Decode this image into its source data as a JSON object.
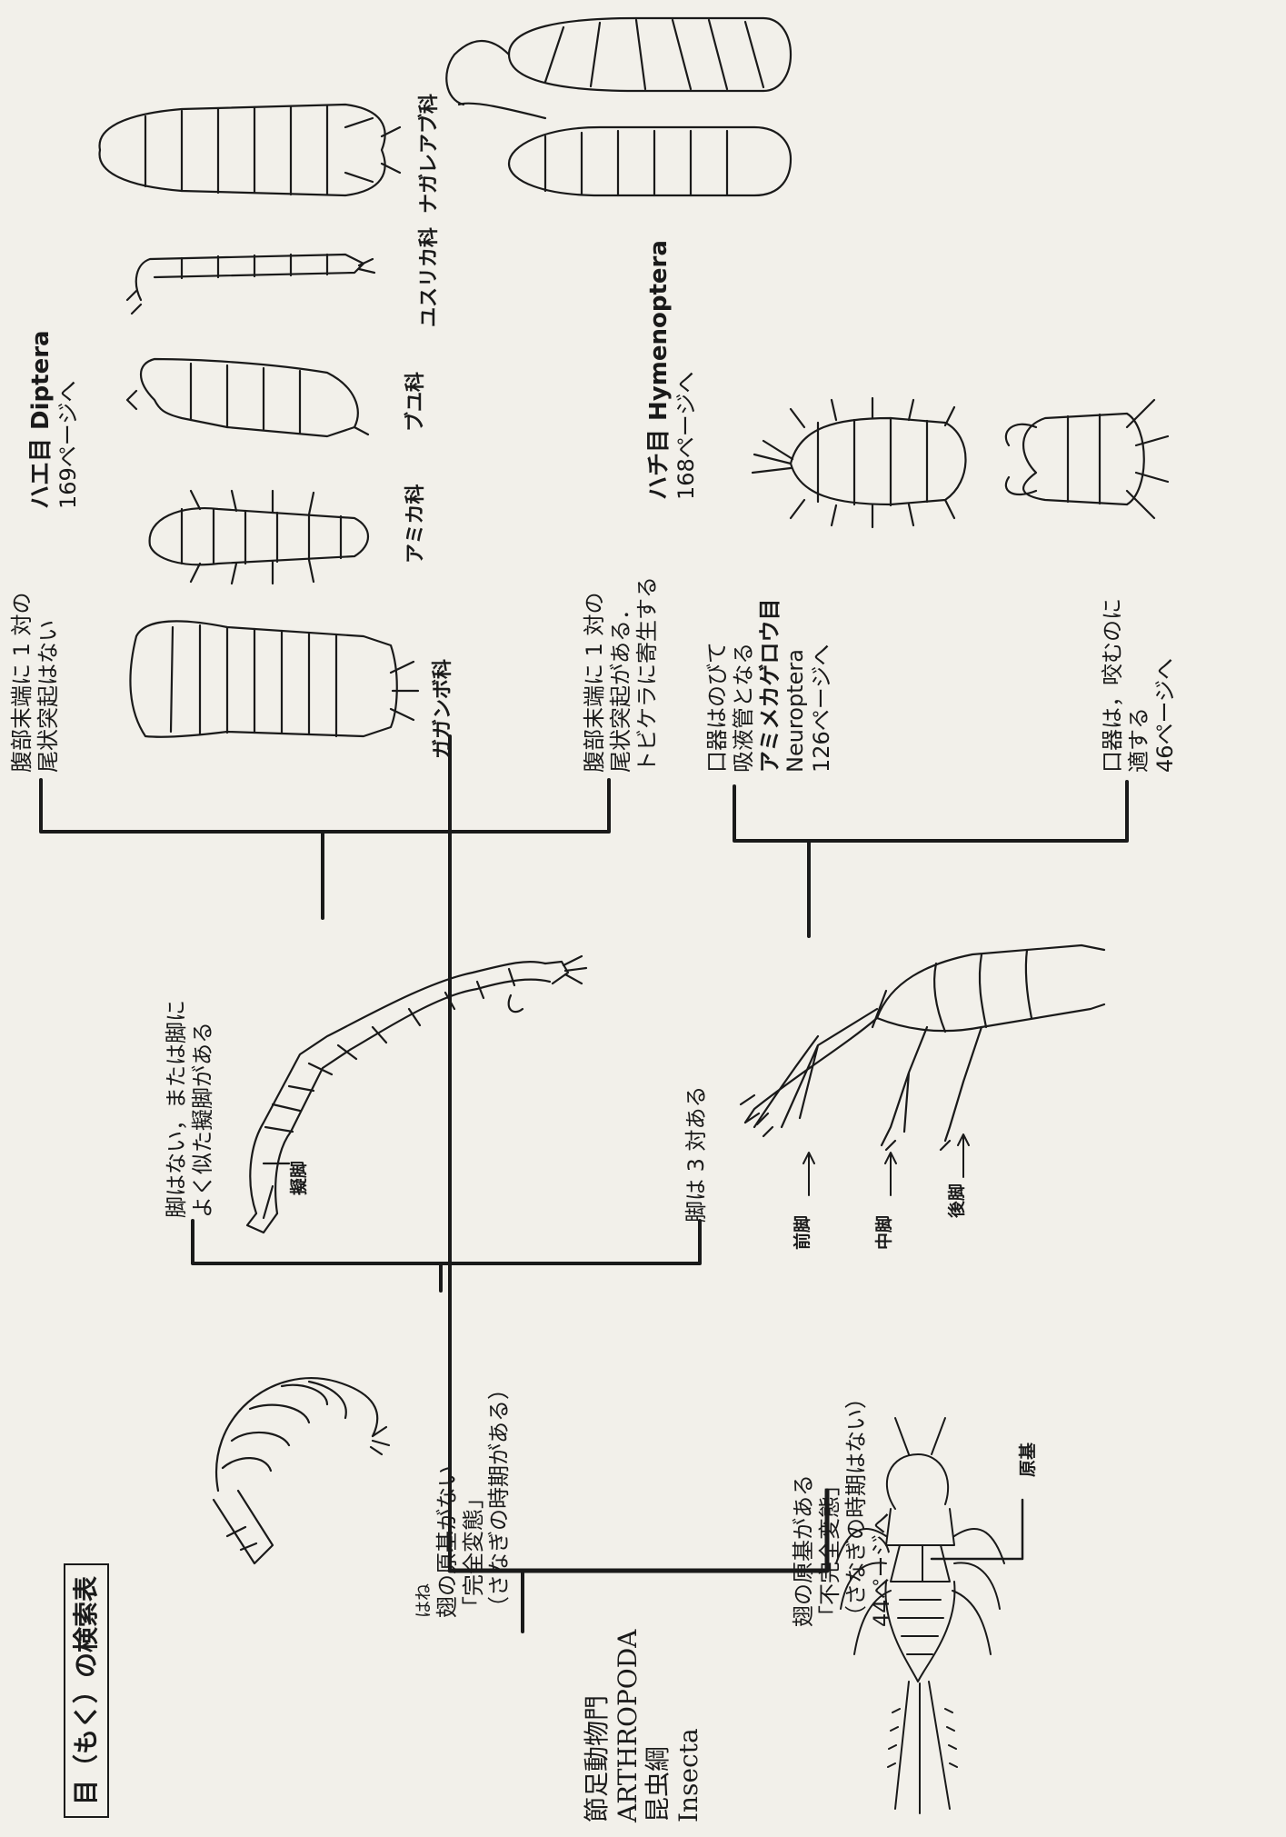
{
  "title": "目（もく）の検索表",
  "root": {
    "phylum": "節足動物門",
    "phylum_latin": "ARTHROPODA",
    "class": "昆虫綱",
    "class_latin": "Insecta"
  },
  "wing_buds_absent": {
    "ruby": "はね",
    "lines": [
      "翅の原基がない",
      "「完全変態」",
      "（さなぎの時期がある）"
    ]
  },
  "wing_buds_present": {
    "lines": [
      "翅の原基がある",
      "「不完全変態」",
      "（さなぎの時期はない）",
      "44ページへ"
    ],
    "callout": "原基"
  },
  "legs_absent": {
    "lines": [
      "脚はない，または脚に",
      "よく似た擬脚がある"
    ],
    "callout": "擬脚"
  },
  "legs_present": {
    "lines": [
      "脚は 3 対ある"
    ],
    "callouts": [
      "前脚",
      "中脚",
      "後脚"
    ]
  },
  "diptera": {
    "key_lines": [
      "腹部末端に 1 対の",
      "尾状突起はない"
    ],
    "name": "ハエ目 Diptera",
    "page": "169ページへ",
    "families": [
      "ガガンボ科",
      "アミカ科",
      "ブユ科",
      "ユスリカ科",
      "ナガレアブ科"
    ]
  },
  "hymenoptera": {
    "key_lines": [
      "腹部末端に 1 対の",
      "尾状突起がある．",
      "トビケラに寄生する"
    ],
    "name": "ハチ目 Hymenoptera",
    "page": "168ページへ"
  },
  "neuroptera": {
    "lines": [
      "口器はのびて",
      "吸液管となる"
    ],
    "name": "アミメカゲロウ目",
    "latin": "Neuroptera",
    "page": "126ページへ"
  },
  "biting": {
    "lines": [
      "口器は，咬むのに",
      "適する"
    ],
    "page": "46ページへ"
  }
}
